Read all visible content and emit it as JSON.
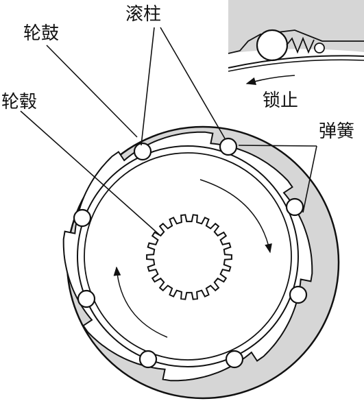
{
  "labels": {
    "wheel_drum": "轮鼓",
    "rollers": "滚柱",
    "hub": "轮毂",
    "springs": "弹簧",
    "lock": "锁止"
  },
  "colors": {
    "shade": "#d6d6d6",
    "ink": "#111111",
    "paper": "#ffffff"
  }
}
